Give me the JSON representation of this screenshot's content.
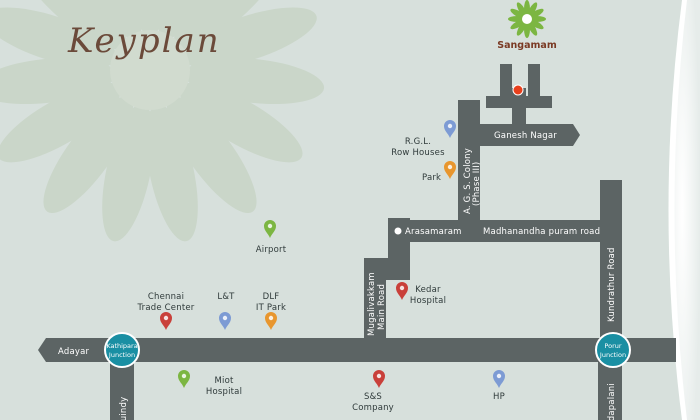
{
  "title": "Keyplan",
  "brand": "Sangamam",
  "roads": {
    "adayar": "Adayar",
    "ganesh_nagar": "Ganesh Nagar",
    "ags_colony_line1": "A. G. S. Colony",
    "ags_colony_line2": "(Phase III)",
    "arasamaram": "Arasamaram",
    "madhanandha": "Madhanandha puram road",
    "mugalivakkam_line1": "Mugalivakkam",
    "mugalivakkam_line2": "Main Road",
    "kundrathur": "Kundrathur Road",
    "guindy": "Guindy",
    "vadapalani": "Vadapalani"
  },
  "junctions": {
    "kathipara_line1": "Kathipara",
    "kathipara_line2": "Junction",
    "porur_line1": "Porur",
    "porur_line2": "Junction"
  },
  "landmarks": {
    "rgl_line1": "R.G.L.",
    "rgl_line2": "Row Houses",
    "park": "Park",
    "airport": "Airport",
    "kedar_line1": "Kedar",
    "kedar_line2": "Hospital",
    "chennai_line1": "Chennai",
    "chennai_line2": "Trade Center",
    "lt": "L&T",
    "dlf_line1": "DLF",
    "dlf_line2": "IT Park",
    "miot_line1": "Miot",
    "miot_line2": "Hospital",
    "ss_line1": "S&S",
    "ss_line2": "Company",
    "hp": "HP"
  },
  "colors": {
    "background": "#d7e0dc",
    "road": "#5c6464",
    "junction": "#1a8fa3",
    "pin_red": "#c9403a",
    "pin_blue": "#7d9bd4",
    "pin_orange": "#e8962e",
    "pin_green": "#7cb642",
    "site_marker": "#e8401c"
  }
}
